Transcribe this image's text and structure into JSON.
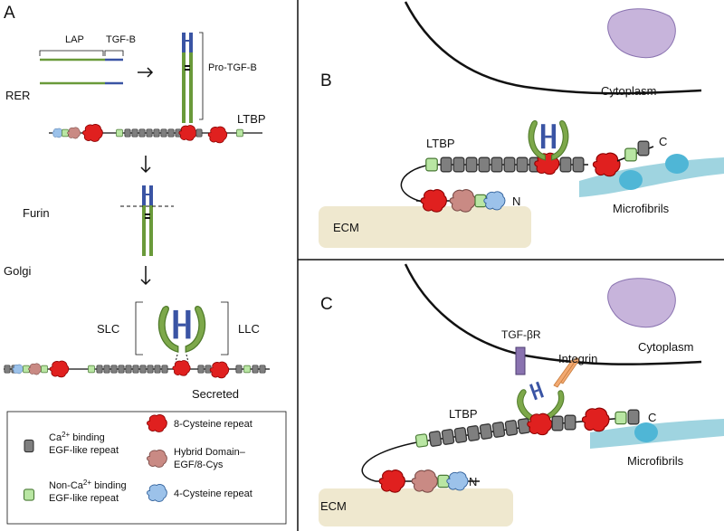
{
  "panels": {
    "a": {
      "letter": "A",
      "lap": "LAP",
      "tgfb": "TGF-B",
      "pro_tgfb": "Pro-TGF-B",
      "rer": "RER",
      "ltbp": "LTBP",
      "furin": "Furin",
      "golgi": "Golgi",
      "slc": "SLC",
      "llc": "LLC",
      "secreted": "Secreted"
    },
    "b": {
      "letter": "B",
      "cytoplasm": "Cytoplasm",
      "ltbp": "LTBP",
      "c_term": "C",
      "n_term": "N",
      "microfibrils": "Microfibrils",
      "ecm": "ECM"
    },
    "c": {
      "letter": "C",
      "receptor": "TGF-βR",
      "integrin": "Integrin",
      "cytoplasm": "Cytoplasm",
      "ltbp": "LTBP",
      "c_term": "C",
      "n_term": "N",
      "microfibrils": "Microfibrils",
      "ecm": "ECM"
    }
  },
  "legend": {
    "ca_line1_prefix": "Ca",
    "ca_line1_sup": "2+",
    "ca_line1_suffix": " binding",
    "ca_line2": "EGF-like repeat",
    "nonca_line1_prefix": "Non-Ca",
    "nonca_line1_sup": "2+",
    "nonca_line1_suffix": " binding",
    "nonca_line2": "EGF-like repeat",
    "eight_cys": "8-Cysteine repeat",
    "hybrid_line1": "Hybrid Domain–",
    "hybrid_line2": "EGF/8-Cys",
    "four_cys": "4-Cysteine repeat"
  },
  "colors": {
    "ca_egf": "#7f7f7f",
    "non_ca_egf": "#b9e6a3",
    "eight_cys": "#e0201f",
    "hybrid": "#c98a84",
    "four_cys": "#9cc2ea",
    "tgfb": "#3a54a4",
    "lap": "#6a9a3a",
    "ecm": "#efe8cf",
    "microfibril": "#9fd4e0",
    "microfibril_bead": "#4fb6d6",
    "cell": "#c7b4db",
    "receptor": "#8a73b0",
    "integrin": "#f2a971"
  }
}
